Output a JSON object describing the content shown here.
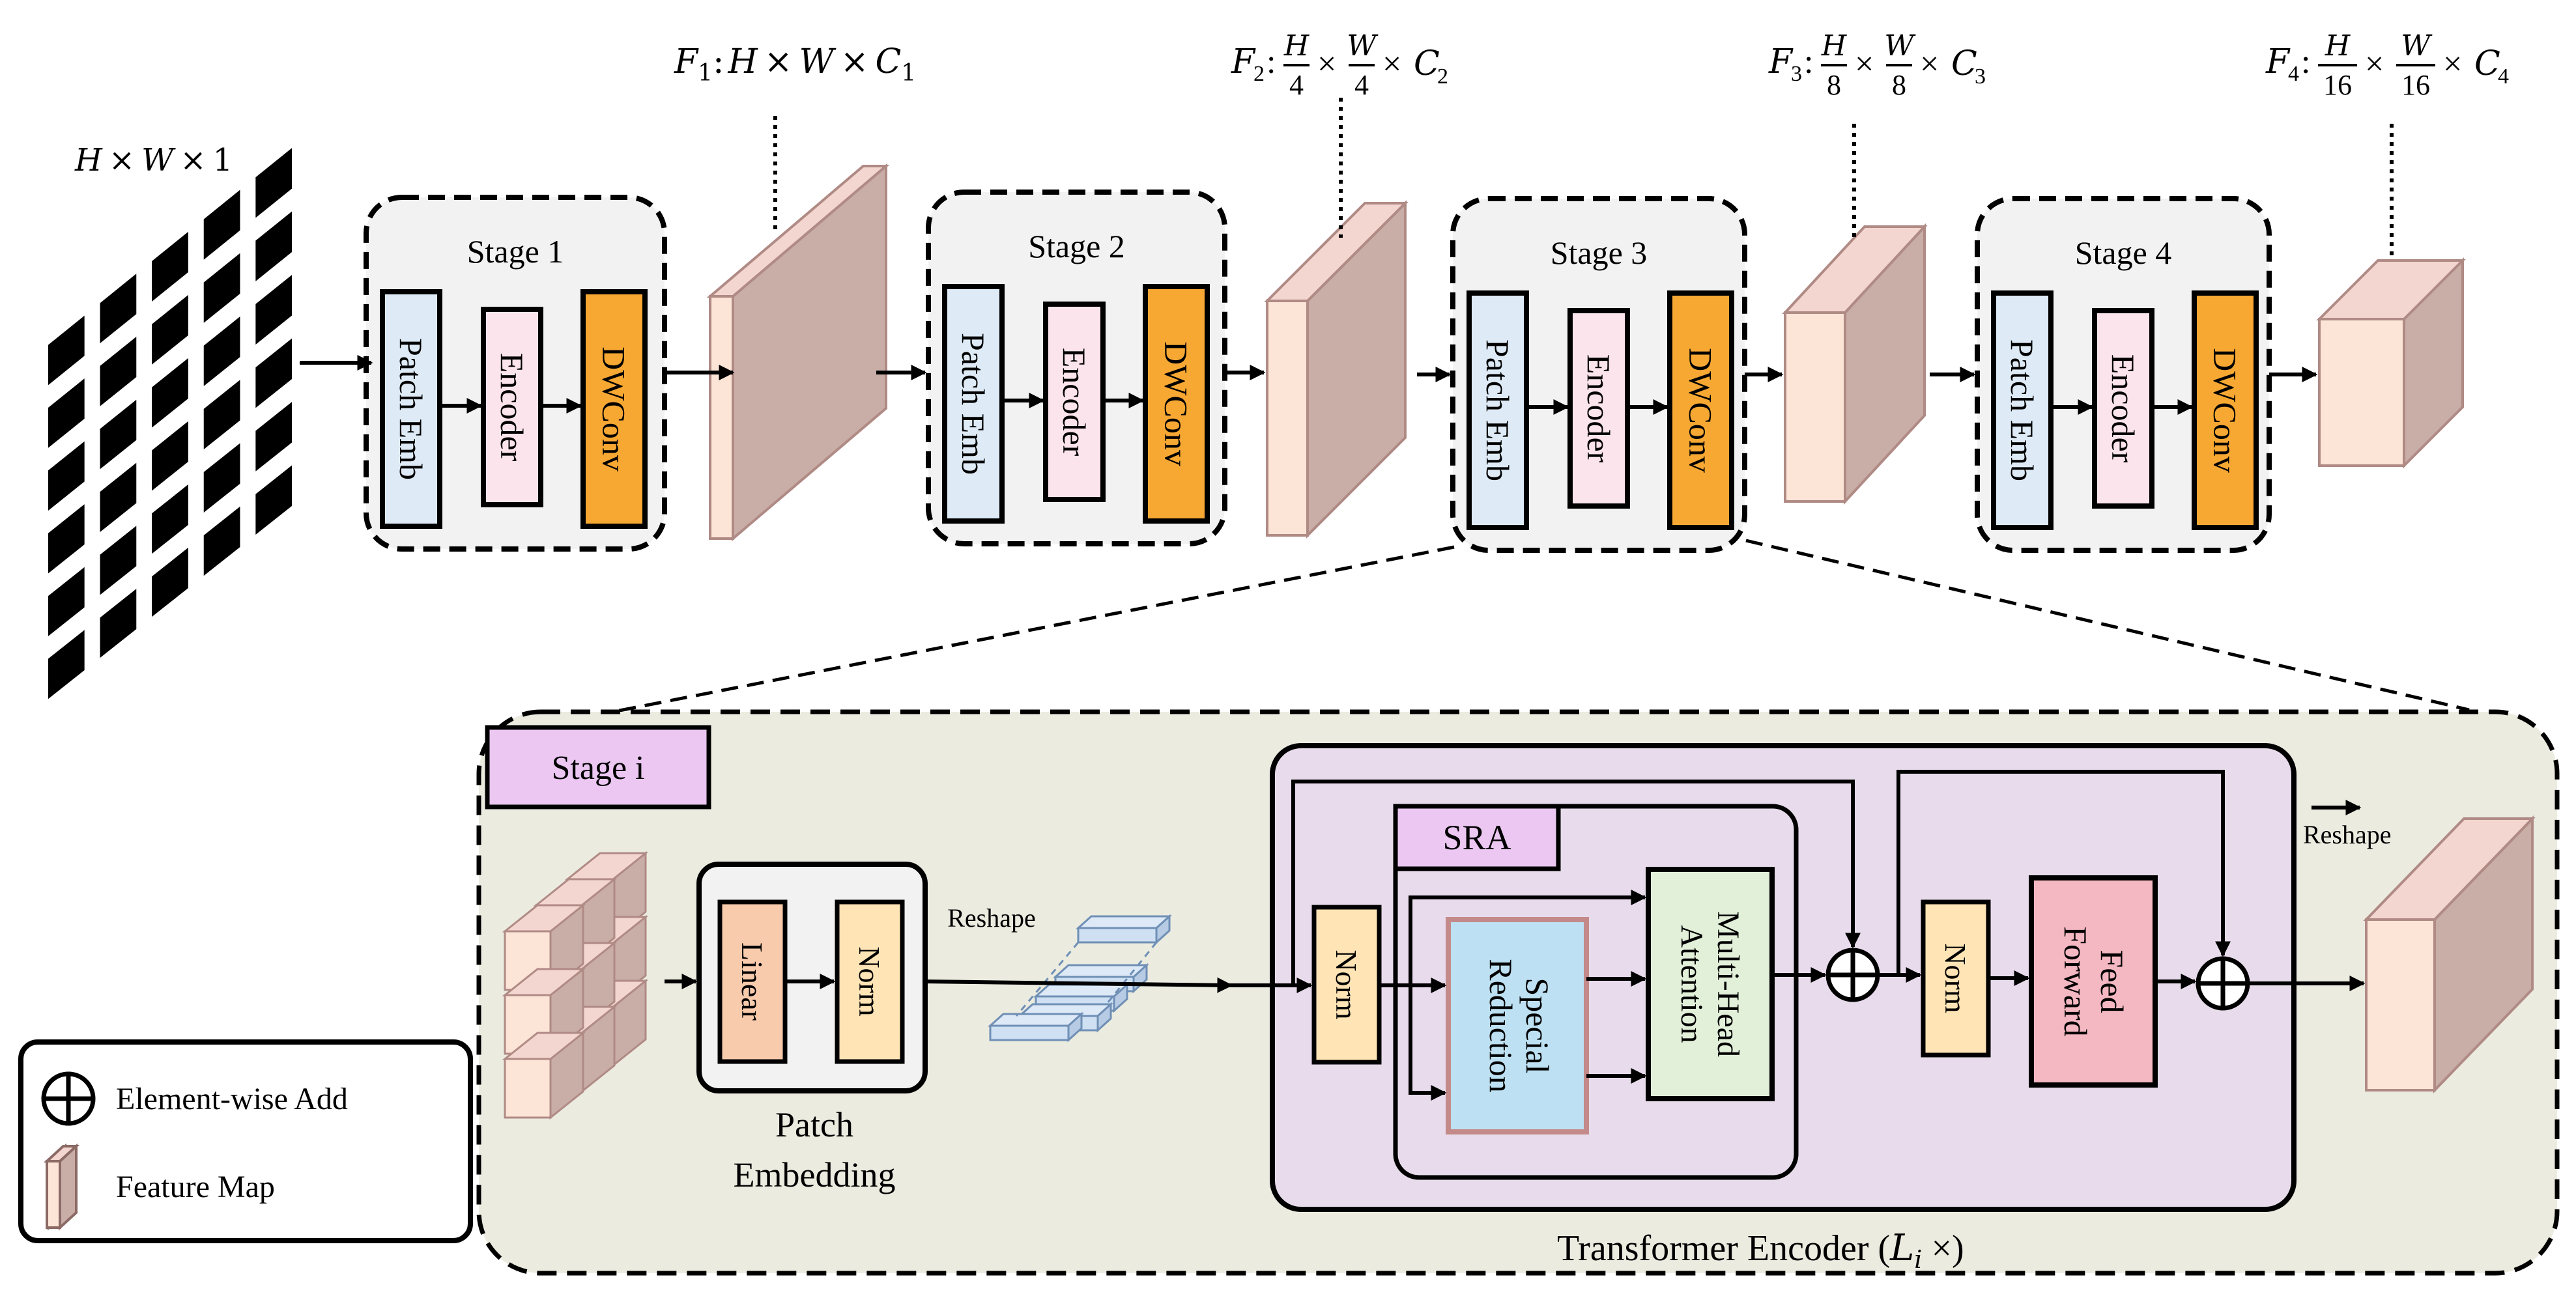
{
  "input": {
    "label_lhs": "H",
    "label_mid": "W",
    "label_rhs": "1",
    "times": "×"
  },
  "stages": [
    {
      "title": "Stage 1",
      "blocks": [
        "Patch Emb",
        "Encoder",
        "DWConv"
      ]
    },
    {
      "title": "Stage 2",
      "blocks": [
        "Patch Emb",
        "Encoder",
        "DWConv"
      ]
    },
    {
      "title": "Stage 3",
      "blocks": [
        "Patch Emb",
        "Encoder",
        "DWConv"
      ]
    },
    {
      "title": "Stage 4",
      "blocks": [
        "Patch Emb",
        "Encoder",
        "DWConv"
      ]
    }
  ],
  "features": [
    {
      "name": "F",
      "sub": "1",
      "expr": "H × W × C",
      "csub": "1"
    },
    {
      "name": "F",
      "sub": "2",
      "div": "4",
      "csub": "2"
    },
    {
      "name": "F",
      "sub": "3",
      "div": "8",
      "csub": "3"
    },
    {
      "name": "F",
      "sub": "4",
      "div": "16",
      "csub": "4"
    }
  ],
  "frac": {
    "h": "H",
    "w": "W",
    "times": "×",
    "c": "C"
  },
  "detail": {
    "stage_label": "Stage  i",
    "patch_embedding": {
      "blocks": [
        "Linear",
        "Norm"
      ],
      "caption_line1": "Patch",
      "caption_line2": "Embedding"
    },
    "reshape_label": "Reshape",
    "sra_label": "SRA",
    "norm": "Norm",
    "special_reduction_line1": "Special",
    "special_reduction_line2": "Reduction",
    "mha_line1": "Multi-Head",
    "mha_line2": "Attention",
    "feed_forward_line1": "Feed",
    "feed_forward_line2": "Forward",
    "transformer_caption": "Transformer  Encoder (",
    "transformer_caption_L": "L",
    "transformer_caption_sub": "i",
    "transformer_caption_end": " ×)",
    "reshape_legend_label": "Reshape"
  },
  "legend": {
    "add_label": "Element-wise  Add",
    "feature_label": "Feature Map"
  },
  "colors": {
    "stage_bg": "#f2f2f2",
    "patch_emb": "#deebf7",
    "encoder": "#fce4ec",
    "dwconv": "#f7a833",
    "linear": "#f8cbad",
    "norm": "#ffe4b5",
    "special_reduction": "#bde0f2",
    "mha": "#e2f0d9",
    "feed_forward": "#f4b8c2",
    "detail_bg": "#ebebe0",
    "transformer_bg": "#e8dcec",
    "sra_tag": "#ebc7f2",
    "stage_tag": "#ebc7f2",
    "feature_front": "#fce4d6",
    "feature_side": "#c9ada7",
    "feature_top": "#f4d6d0"
  }
}
